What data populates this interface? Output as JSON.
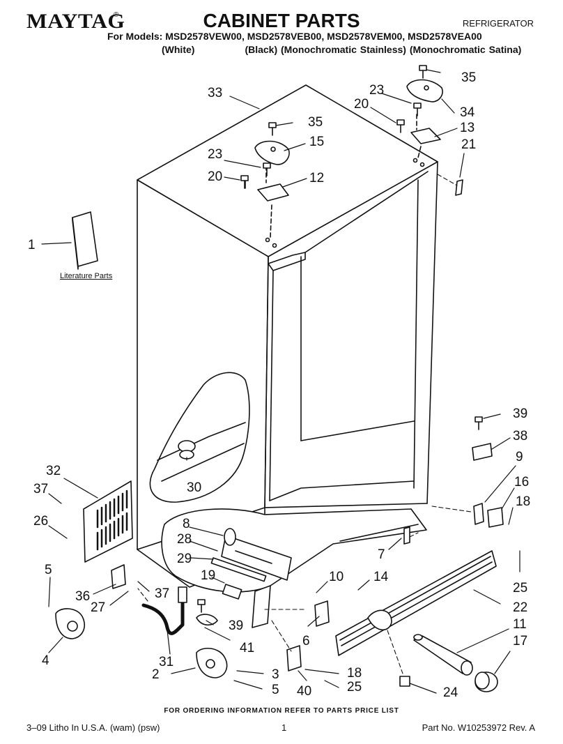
{
  "header": {
    "brand": "MAYTAG",
    "brand_mark": "®",
    "title": "CABINET PARTS",
    "category": "REFRIGERATOR",
    "models_line": "For Models: MSD2578VEW00, MSD2578VEB00, MSD2578VEM00, MSD2578VEA00",
    "finish_white": "(White)",
    "finishes_rest": "(Black) (Monochromatic Stainless) (Monochromatic Satina)"
  },
  "diagram": {
    "literature_label": "Literature Parts",
    "callouts": [
      "1",
      "2",
      "3",
      "4",
      "5",
      "5",
      "6",
      "7",
      "8",
      "9",
      "10",
      "11",
      "12",
      "13",
      "14",
      "15",
      "16",
      "17",
      "18",
      "18",
      "19",
      "20",
      "20",
      "21",
      "22",
      "23",
      "23",
      "24",
      "25",
      "25",
      "26",
      "27",
      "28",
      "29",
      "30",
      "31",
      "32",
      "33",
      "34",
      "35",
      "35",
      "36",
      "37",
      "37",
      "38",
      "39",
      "39",
      "40",
      "41"
    ]
  },
  "footer": {
    "ordering_note": "FOR ORDERING INFORMATION REFER TO PARTS PRICE LIST",
    "print_info": "3–09 Litho In U.S.A. (wam) (psw)",
    "page_number": "1",
    "part_number": "Part No. W10253972 Rev. A"
  }
}
